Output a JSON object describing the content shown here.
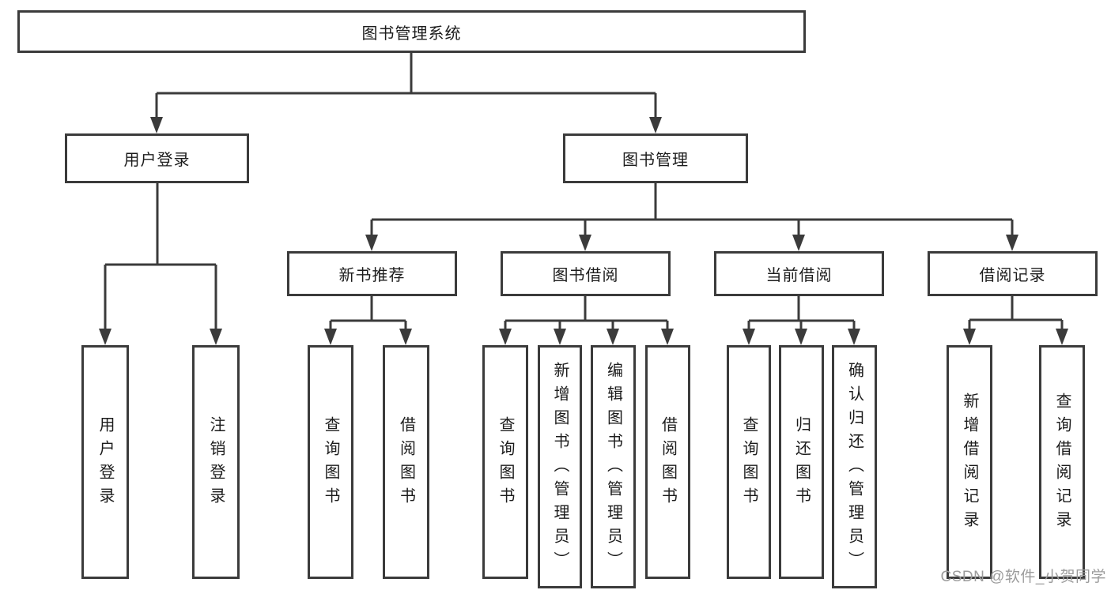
{
  "tree": {
    "root": {
      "label": "图书管理系统",
      "children": [
        {
          "label": "用户登录",
          "children": [
            {
              "label": "用户登录"
            },
            {
              "label": "注销登录"
            }
          ]
        },
        {
          "label": "图书管理",
          "children": [
            {
              "label": "新书推荐",
              "children": [
                {
                  "label": "查询图书"
                },
                {
                  "label": "借阅图书"
                }
              ]
            },
            {
              "label": "图书借阅",
              "children": [
                {
                  "label": "查询图书"
                },
                {
                  "label": "新增图书（管理员）"
                },
                {
                  "label": "编辑图书（管理员）"
                },
                {
                  "label": "借阅图书"
                }
              ]
            },
            {
              "label": "当前借阅",
              "children": [
                {
                  "label": "查询图书"
                },
                {
                  "label": "归还图书"
                },
                {
                  "label": "确认归还（管理员）"
                }
              ]
            },
            {
              "label": "借阅记录",
              "children": [
                {
                  "label": "新增借阅记录"
                },
                {
                  "label": "查询借阅记录"
                }
              ]
            }
          ]
        }
      ]
    }
  },
  "watermark": {
    "text": "CSDN @软件_小贺同学"
  },
  "colors": {
    "line": "#3b3b3b",
    "text": "#1c1c1c",
    "watermark": "#9c9c9c",
    "background": "#ffffff"
  }
}
